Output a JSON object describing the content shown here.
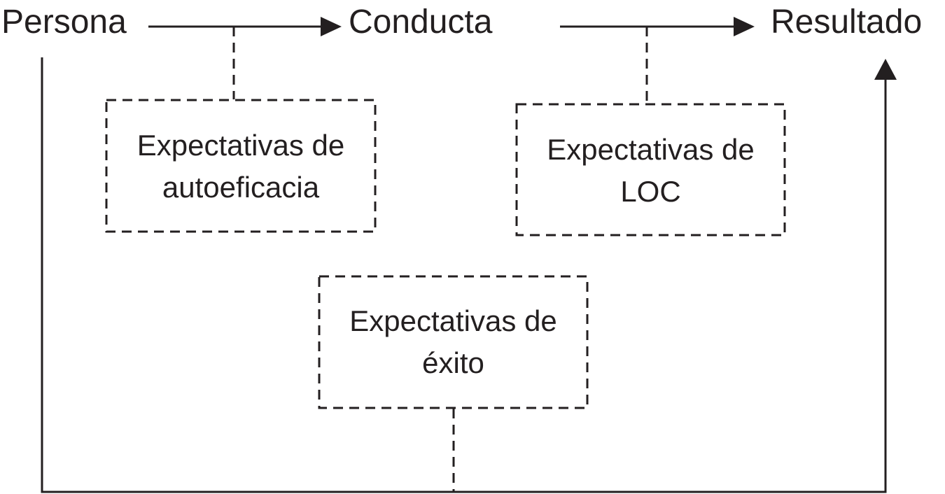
{
  "nodes": {
    "persona": "Persona",
    "conducta": "Conducta",
    "resultado": "Resultado"
  },
  "boxes": {
    "autoeficacia": {
      "line1": "Expectativas de",
      "line2": "autoeficacia"
    },
    "loc": {
      "line1": "Expectativas de",
      "line2": "LOC"
    },
    "exito": {
      "line1": "Expectativas de",
      "line2": "éxito"
    }
  },
  "colors": {
    "ink": "#231f20",
    "background": "#ffffff"
  }
}
